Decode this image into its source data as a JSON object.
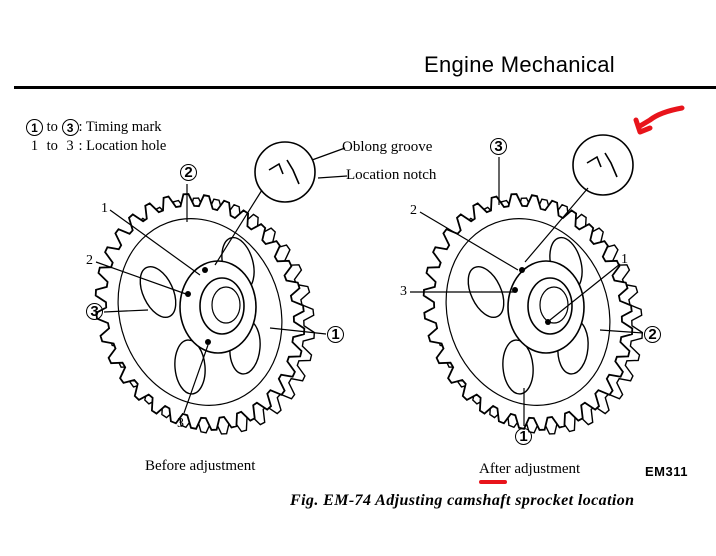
{
  "header": {
    "title": "Engine Mechanical"
  },
  "legend": {
    "row1": {
      "from": "1",
      "to_word": "to",
      "to": "3",
      "text": ": Timing mark"
    },
    "row2": {
      "from": "1",
      "to_word": "to",
      "to": "3",
      "text": ": Location hole"
    }
  },
  "callouts": {
    "oblong_groove": "Oblong groove",
    "location_notch": "Location notch"
  },
  "left_sprocket": {
    "caption": "Before adjustment",
    "timing_marks": [
      "2",
      "3",
      "1"
    ],
    "location_holes": [
      "1",
      "2",
      "3"
    ]
  },
  "right_sprocket": {
    "caption": "After adjustment",
    "timing_marks": [
      "3",
      "2",
      "1"
    ],
    "location_holes": [
      "2",
      "3",
      "1"
    ]
  },
  "code": "EM311",
  "figure_caption": "Fig. EM-74  Adjusting camshaft sprocket location",
  "colors": {
    "annotation": "#e8141b",
    "ink": "#000000"
  }
}
